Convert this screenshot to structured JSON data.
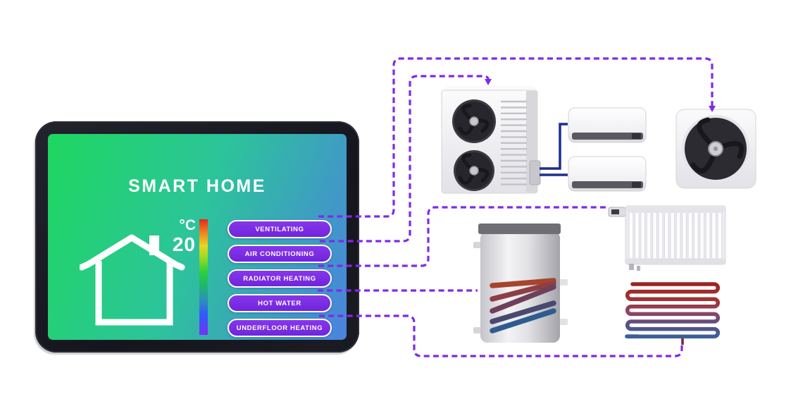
{
  "app": {
    "title": "SMART HOME"
  },
  "thermostat": {
    "unit": "°C",
    "value": "20"
  },
  "buttons": [
    "VENTILATING",
    "AIR CONDITIONING",
    "RADIATOR HEATING",
    "HOT WATER",
    "UNDERFLOOR HEATING"
  ],
  "equipment_icons": [
    "outdoor-heat-pump-icon",
    "indoor-ac-unit-icon",
    "indoor-ac-unit-icon",
    "ventilation-fan-icon",
    "radiator-icon",
    "hot-water-tank-icon",
    "underfloor-heating-coil-icon",
    "house-icon",
    "temperature-scale-icon"
  ],
  "colors": {
    "button_purple": "#7627df",
    "connector_purple": "#7e2be4",
    "screen_gradient_start": "#1ed75f",
    "screen_gradient_mid": "#2cc49a",
    "screen_gradient_end": "#4b82de",
    "refrigerant_pipe_blue": "#1c2d8e",
    "hot_pipe_red": "#9b2420",
    "cold_pipe_blue": "#3d5f99",
    "tablet_frame": "#1a1a24"
  }
}
